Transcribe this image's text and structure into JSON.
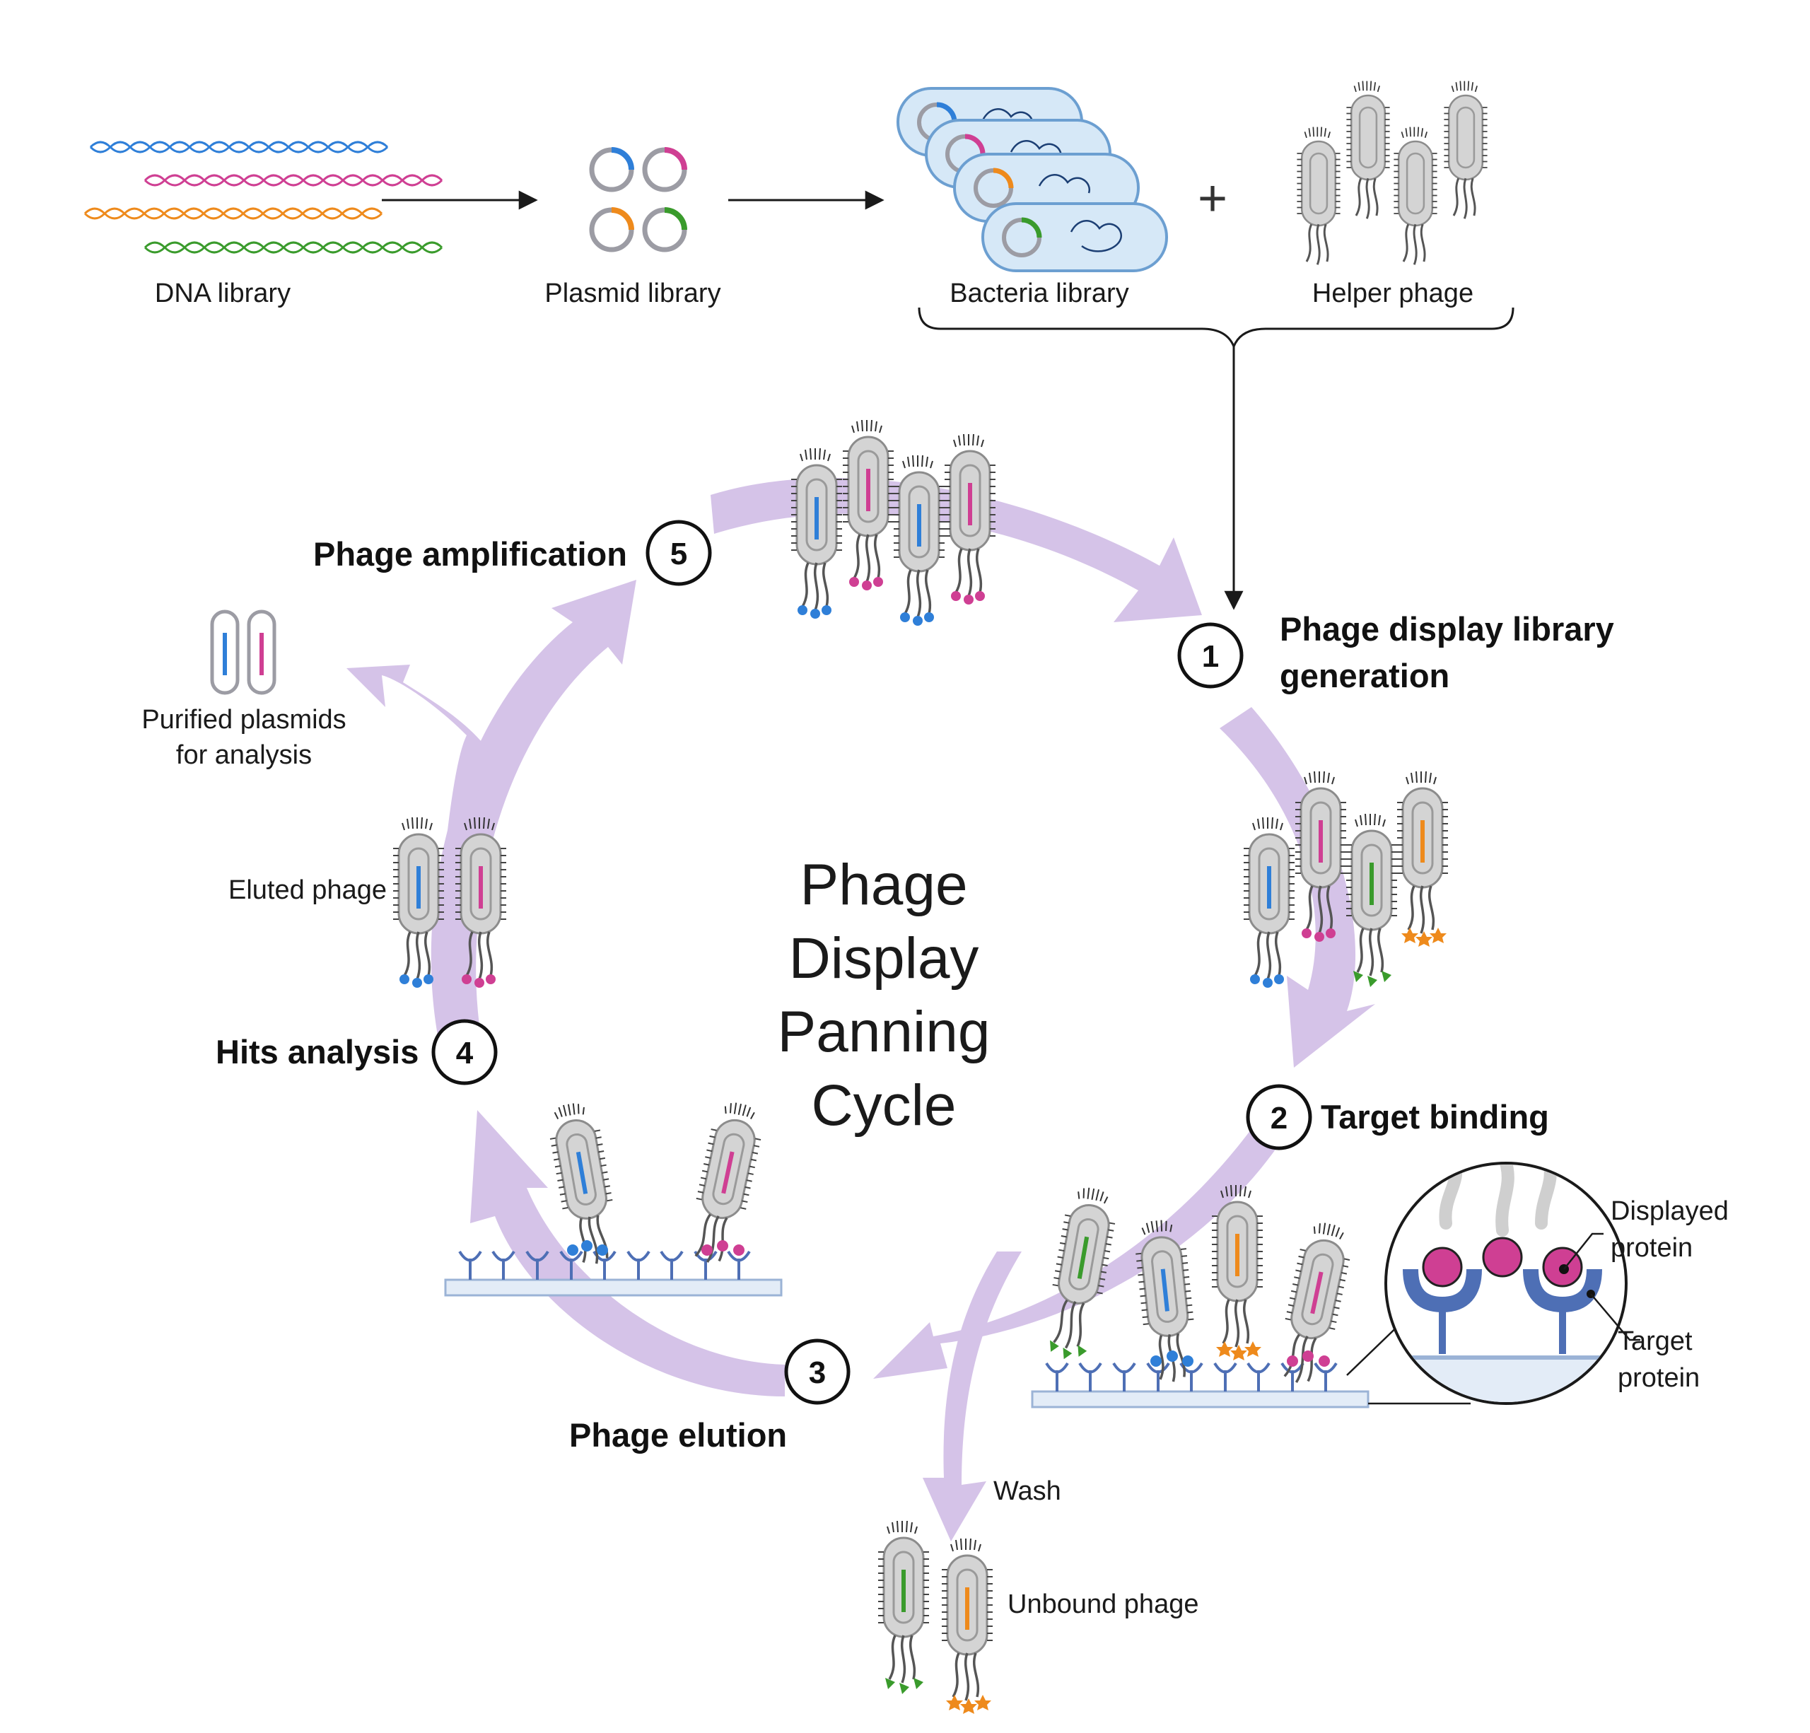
{
  "title": "Phage Display Panning Cycle",
  "top_row": {
    "dna_library": "DNA library",
    "plasmid_library": "Plasmid library",
    "bacteria_library": "Bacteria library",
    "plus": "+",
    "helper_phage": "Helper phage"
  },
  "steps": [
    {
      "number": "1",
      "label": "Phage display library",
      "label2": "generation"
    },
    {
      "number": "2",
      "label": "Target binding"
    },
    {
      "number": "3",
      "label": "Phage elution"
    },
    {
      "number": "4",
      "label": "Hits analysis"
    },
    {
      "number": "5",
      "label": "Phage amplification"
    }
  ],
  "side_labels": {
    "purified_line1": "Purified plasmids",
    "purified_line2": "for analysis",
    "eluted_phage": "Eluted phage",
    "wash": "Wash",
    "unbound_phage": "Unbound phage",
    "displayed_line1": "Displayed",
    "displayed_line2": "protein",
    "target_line1": "Target",
    "target_line2": "protein"
  },
  "colors": {
    "cycle_arrow": "#d5c3e8",
    "blue": "#2f7fd8",
    "magenta": "#cf3f93",
    "orange": "#ee8a1c",
    "green": "#3a9b2c",
    "phage_body": "#d4d4d4",
    "surface": "#e3ecf7",
    "receptor": "#4e6fb5"
  }
}
